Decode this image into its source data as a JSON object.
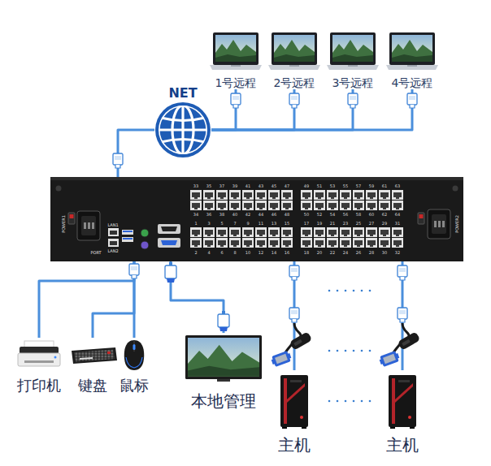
{
  "diagram": {
    "nodes": [
      {
        "text": [
          "1号远程"
        ]
      },
      {
        "text": [
          "2号远程"
        ]
      },
      {
        "text": [
          "3号远程"
        ]
      },
      {
        "text": [
          "4号远程"
        ]
      },
      {
        "text": [
          "NET"
        ]
      },
      {
        "text": [
          "POWER1",
          "LAN1",
          "LAN2",
          "PORT",
          "POWER2"
        ]
      },
      {
        "text": [
          "打印机"
        ]
      },
      {
        "text": [
          "键盘"
        ]
      },
      {
        "text": [
          "鼠标"
        ]
      },
      {
        "text": [
          "本地管理"
        ]
      },
      {
        "text": [
          "主机"
        ]
      },
      {
        "text": [
          "主机"
        ]
      }
    ],
    "edges": [
      {
        "from": 0,
        "to": 4,
        "arrow": "none"
      },
      {
        "from": 1,
        "to": 4,
        "arrow": "none"
      },
      {
        "from": 2,
        "to": 4,
        "arrow": "none"
      },
      {
        "from": 3,
        "to": 4,
        "arrow": "none"
      },
      {
        "from": 4,
        "to": 5,
        "arrow": "none"
      },
      {
        "from": 5,
        "to": 6,
        "arrow": "none"
      },
      {
        "from": 5,
        "to": 7,
        "arrow": "none"
      },
      {
        "from": 5,
        "to": 8,
        "arrow": "none"
      },
      {
        "from": 5,
        "to": 9,
        "arrow": "none"
      },
      {
        "from": 5,
        "to": 10,
        "arrow": "none"
      },
      {
        "from": 5,
        "to": 11,
        "arrow": "none"
      }
    ],
    "labels": [
      "33",
      "35",
      "37",
      "39",
      "41",
      "43",
      "45",
      "47",
      "49",
      "51",
      "53",
      "55",
      "57",
      "59",
      "61",
      "63",
      "34",
      "36",
      "38",
      "40",
      "42",
      "44",
      "46",
      "48",
      "50",
      "52",
      "54",
      "56",
      "58",
      "60",
      "62",
      "64",
      "1",
      "3",
      "5",
      "7",
      "9",
      "11",
      "13",
      "15",
      "17",
      "19",
      "21",
      "23",
      "25",
      "27",
      "29",
      "31",
      "2",
      "4",
      "6",
      "8",
      "10",
      "12",
      "14",
      "16",
      "18",
      "20",
      "22",
      "24",
      "26",
      "28",
      "30",
      "32"
    ]
  }
}
